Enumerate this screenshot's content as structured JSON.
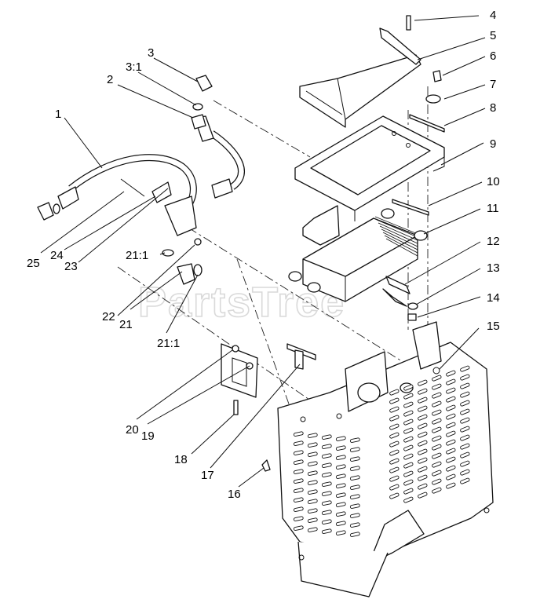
{
  "watermark": {
    "text": "PartsTree",
    "trademark": "TM"
  },
  "callouts": [
    {
      "id": "c1",
      "label": "1"
    },
    {
      "id": "c2",
      "label": "2"
    },
    {
      "id": "c3",
      "label": "3"
    },
    {
      "id": "c3_1",
      "label": "3:1"
    },
    {
      "id": "c4",
      "label": "4"
    },
    {
      "id": "c5",
      "label": "5"
    },
    {
      "id": "c6",
      "label": "6"
    },
    {
      "id": "c7",
      "label": "7"
    },
    {
      "id": "c8",
      "label": "8"
    },
    {
      "id": "c9",
      "label": "9"
    },
    {
      "id": "c10",
      "label": "10"
    },
    {
      "id": "c11",
      "label": "11"
    },
    {
      "id": "c12",
      "label": "12"
    },
    {
      "id": "c13",
      "label": "13"
    },
    {
      "id": "c14",
      "label": "14"
    },
    {
      "id": "c15",
      "label": "15"
    },
    {
      "id": "c16",
      "label": "16"
    },
    {
      "id": "c17",
      "label": "17"
    },
    {
      "id": "c18",
      "label": "18"
    },
    {
      "id": "c19",
      "label": "19"
    },
    {
      "id": "c20",
      "label": "20"
    },
    {
      "id": "c21",
      "label": "21"
    },
    {
      "id": "c21_1a",
      "label": "21:1"
    },
    {
      "id": "c21_1b",
      "label": "21:1"
    },
    {
      "id": "c22",
      "label": "22"
    },
    {
      "id": "c23",
      "label": "23"
    },
    {
      "id": "c24",
      "label": "24"
    },
    {
      "id": "c25",
      "label": "25"
    }
  ]
}
